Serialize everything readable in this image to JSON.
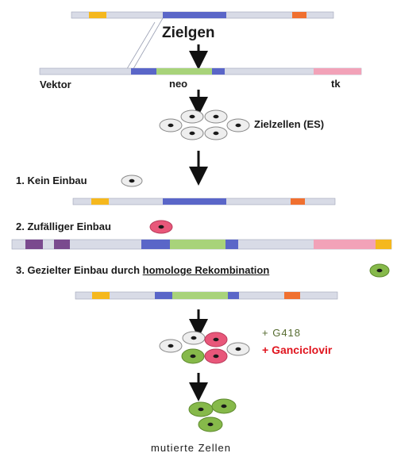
{
  "labels": {
    "target_gene": "Zielgen",
    "vector": "Vektor",
    "neo": "neo",
    "tk": "tk",
    "target_cells": "Zielzellen (ES)",
    "step1": "1. Kein Einbau",
    "step2": "2. Zufälliger Einbau",
    "step3_prefix": "3. Gezielter Einbau durch ",
    "step3_underlined": "homologe Rekombination",
    "g418": "+ G418",
    "ganciclovir": "+ Ganciclovir",
    "mutant_cells": "mutierte Zellen"
  },
  "colors": {
    "background": "#ffffff",
    "strand": "#d8dbe6",
    "strand_edge": "#a0a4b8",
    "gene_blue": "#5a66c8",
    "neo_green": "#a8d37a",
    "tk_pink": "#f2a2b8",
    "marker_yellow": "#f5b81e",
    "marker_orange": "#f07030",
    "marker_purple": "#7a4a8e",
    "cell_white": "#eeeeee",
    "cell_pink": "#e8577a",
    "cell_green": "#86b94a",
    "nucleus": "#1a1a1a",
    "arrow": "#111111",
    "g418_text": "#556b2f",
    "ganciclovir_text": "#e0141e"
  }
}
